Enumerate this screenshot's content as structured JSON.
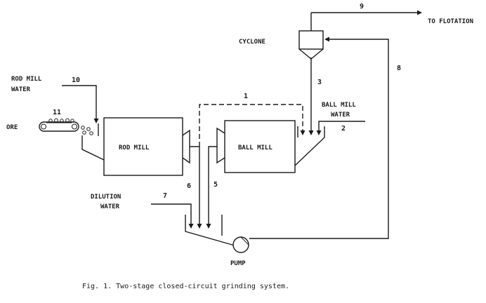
{
  "labels": {
    "rod_mill_water": [
      "ROD MILL",
      "WATER"
    ],
    "ore": "ORE",
    "rod_mill": "ROD MILL",
    "ball_mill": "BALL MILL",
    "ball_mill_water": [
      "BALL MILL",
      "WATER"
    ],
    "dilution_water": [
      "DILUTION",
      "WATER"
    ],
    "pump": "PUMP",
    "cyclone": "CYCLONE",
    "to_flotation": "TO FLOTATION"
  },
  "streams": [
    "1",
    "2",
    "3",
    "5",
    "6",
    "7",
    "8",
    "9",
    "10",
    "11"
  ],
  "caption": "Fig. 1. Two-stage closed-circuit grinding system."
}
